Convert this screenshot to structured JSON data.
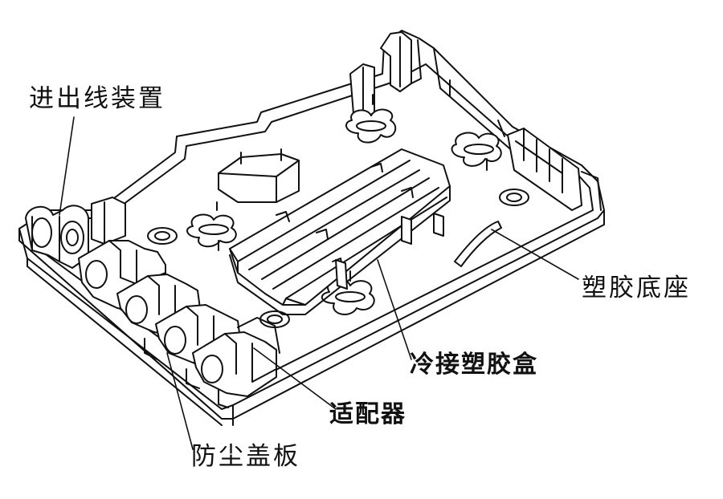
{
  "labels": {
    "cable_entry": "进出线装置",
    "plastic_base": "塑胶底座",
    "cold_splice_box": "冷接塑胶盒",
    "adapter": "适配器",
    "dust_cover": "防尘盖板"
  }
}
